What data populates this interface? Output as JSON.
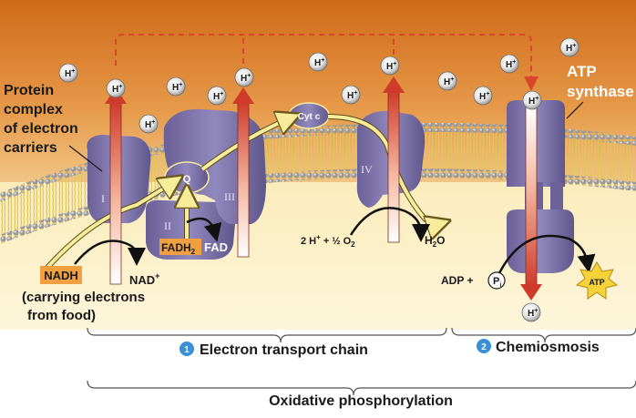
{
  "labels": {
    "protein_complex": [
      "Protein",
      "complex",
      "of electron",
      "carriers"
    ],
    "atp_synthase": [
      "ATP",
      "synthase"
    ],
    "nadh": "NADH",
    "nad_plus": "NAD",
    "nad_sup": "+",
    "carrying": [
      "(carrying electrons",
      "from food)"
    ],
    "fadh2": "FADH",
    "fadh2_sub": "2",
    "fad": "FAD",
    "q": "Q",
    "cytc": "Cyt c",
    "oxygen_eq": "2 H",
    "oxygen_eq_sup": "+",
    "oxygen_eq_rest": " + ½ O",
    "oxygen_eq_sub": "2",
    "water": "H",
    "water_sub": "2",
    "water_rest": "O",
    "adp": "ADP +",
    "pi": "P",
    "pi_sub": "i",
    "atp_burst": "ATP",
    "complex_i": "I",
    "complex_ii": "II",
    "complex_iii": "III",
    "complex_iv": "IV",
    "step1_num": "1",
    "step1": "Electron transport chain",
    "step2_num": "2",
    "step2": "Chemiosmosis",
    "overall": "Oxidative phosphorylation",
    "h_ion": "H",
    "h_ion_sup": "+"
  },
  "colors": {
    "intermembrane_top": "#d9761f",
    "intermembrane_bottom": "#f2c88a",
    "matrix": "#fbf1c8",
    "protein": "#7d73a8",
    "proton_arrow": "#c9352a",
    "electron_path": "#f6ec9a",
    "nadh_box": "#f0a040",
    "step_circle": "#3a8fd6",
    "atp_burst": "#f4d23a"
  }
}
